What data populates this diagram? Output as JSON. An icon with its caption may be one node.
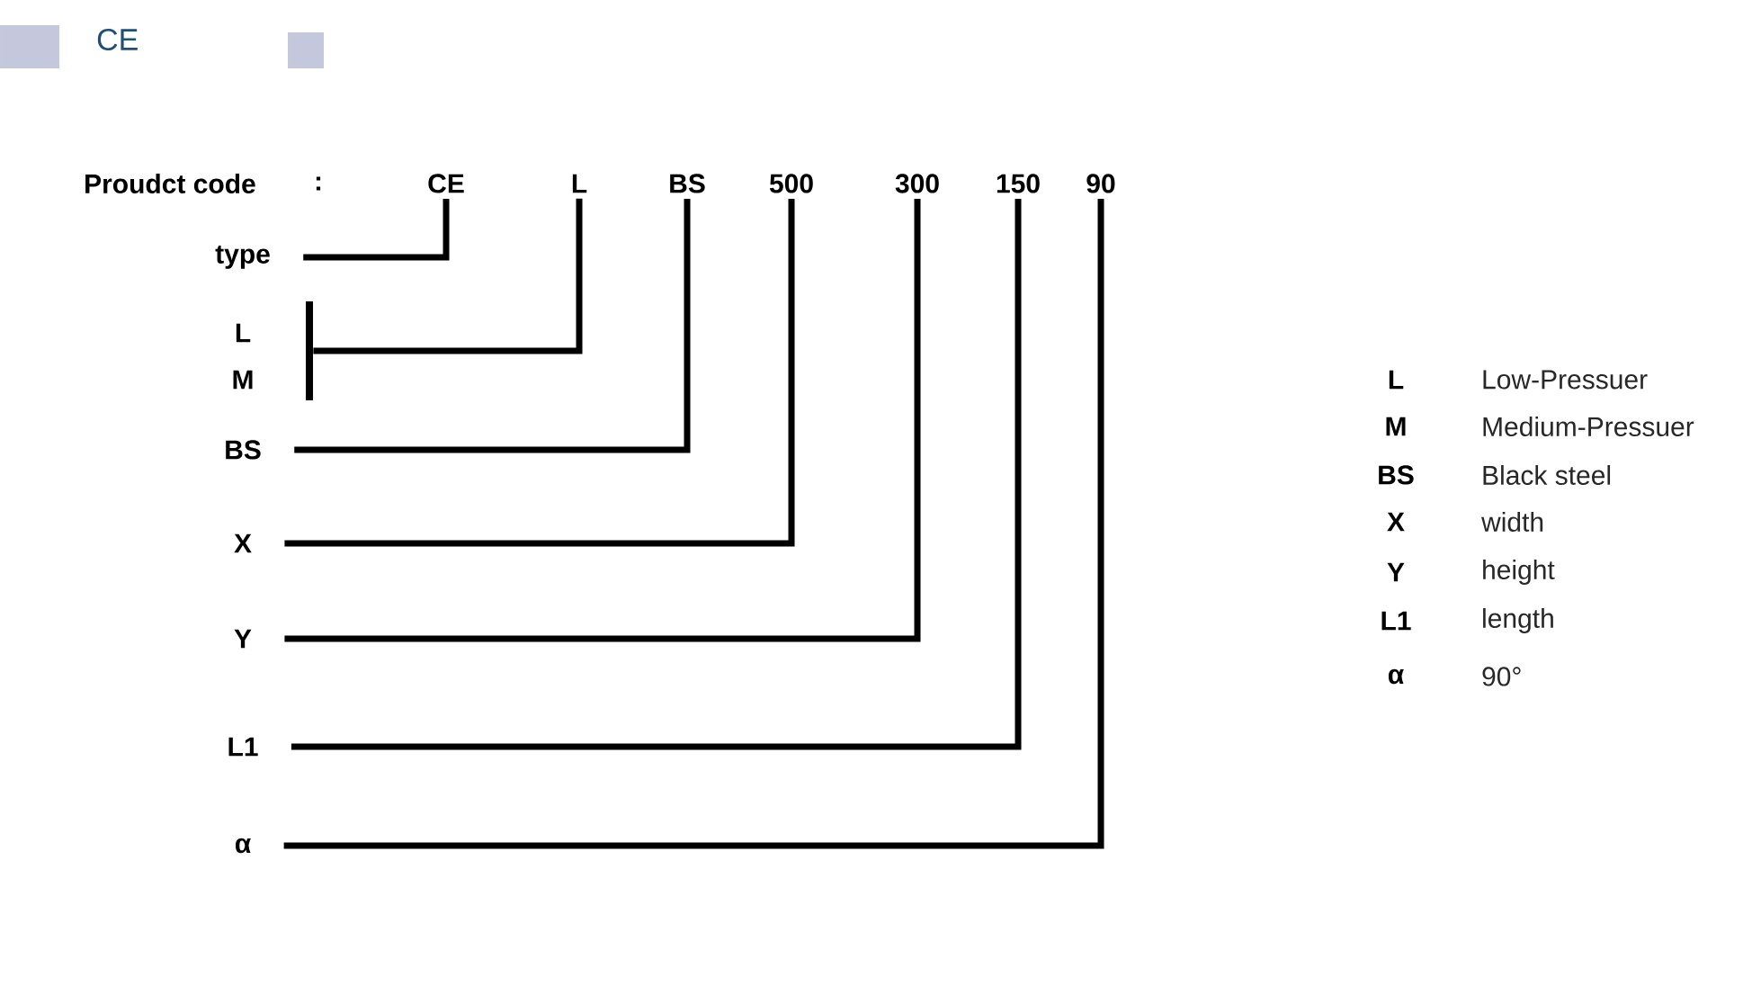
{
  "diagram": {
    "title": "CE",
    "nodes": [
      {
        "text": [
          "CE"
        ]
      },
      {
        "text": [
          "L"
        ]
      },
      {
        "text": [
          "BS"
        ]
      },
      {
        "text": [
          "500"
        ]
      },
      {
        "text": [
          "300"
        ]
      },
      {
        "text": [
          "150"
        ]
      },
      {
        "text": [
          "90"
        ]
      },
      {
        "text": [
          "type"
        ]
      },
      {
        "text": [],
        "shape": "bar"
      },
      {
        "text": [
          "BS"
        ]
      },
      {
        "text": [
          "X"
        ]
      },
      {
        "text": [
          "Y"
        ]
      },
      {
        "text": [
          "L1"
        ]
      },
      {
        "text": [
          "α"
        ]
      }
    ],
    "edges": [
      {
        "from": 0,
        "to": 7,
        "arrow": "none"
      },
      {
        "from": 1,
        "to": 8,
        "arrow": "none"
      },
      {
        "from": 2,
        "to": 9,
        "arrow": "none"
      },
      {
        "from": 3,
        "to": 10,
        "arrow": "none"
      },
      {
        "from": 4,
        "to": 11,
        "arrow": "none"
      },
      {
        "from": 5,
        "to": 12,
        "arrow": "none"
      },
      {
        "from": 6,
        "to": 13,
        "arrow": "none"
      }
    ],
    "labels": [
      "Proudct code",
      ":",
      "L",
      "M",
      "L",
      "Low-Pressuer",
      "M",
      "Medium-Pressuer",
      "BS",
      "Black steel",
      "X",
      "width",
      "Y",
      "height",
      "L1",
      "length",
      "α",
      "90°"
    ]
  }
}
